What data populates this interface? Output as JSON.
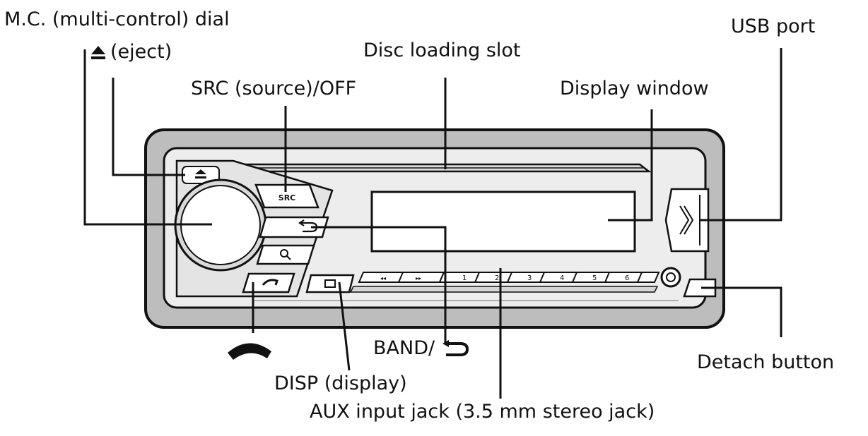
{
  "diagram": {
    "labels": {
      "mc_dial": "M.C. (multi-control) dial",
      "eject": "(eject)",
      "disc_slot": "Disc loading slot",
      "usb_port": "USB port",
      "src_off": "SRC (source)/OFF",
      "display_window": "Display window",
      "band": "BAND/",
      "detach_button": "Detach button",
      "disp": "DISP (display)",
      "aux_jack": "AUX input jack (3.5 mm stereo jack)"
    },
    "panel": {
      "src_key": "SRC",
      "preset_keys": [
        "1",
        "2",
        "3",
        "4",
        "5",
        "6"
      ]
    },
    "icons": {
      "eject": "eject-icon",
      "back": "return-arrow-icon",
      "phone": "phone-handset-icon",
      "search": "search-icon"
    },
    "colors": {
      "line": "#111111",
      "bezel": "#bdbdbd",
      "panel": "#ededed",
      "key_face": "#ffffff"
    }
  }
}
